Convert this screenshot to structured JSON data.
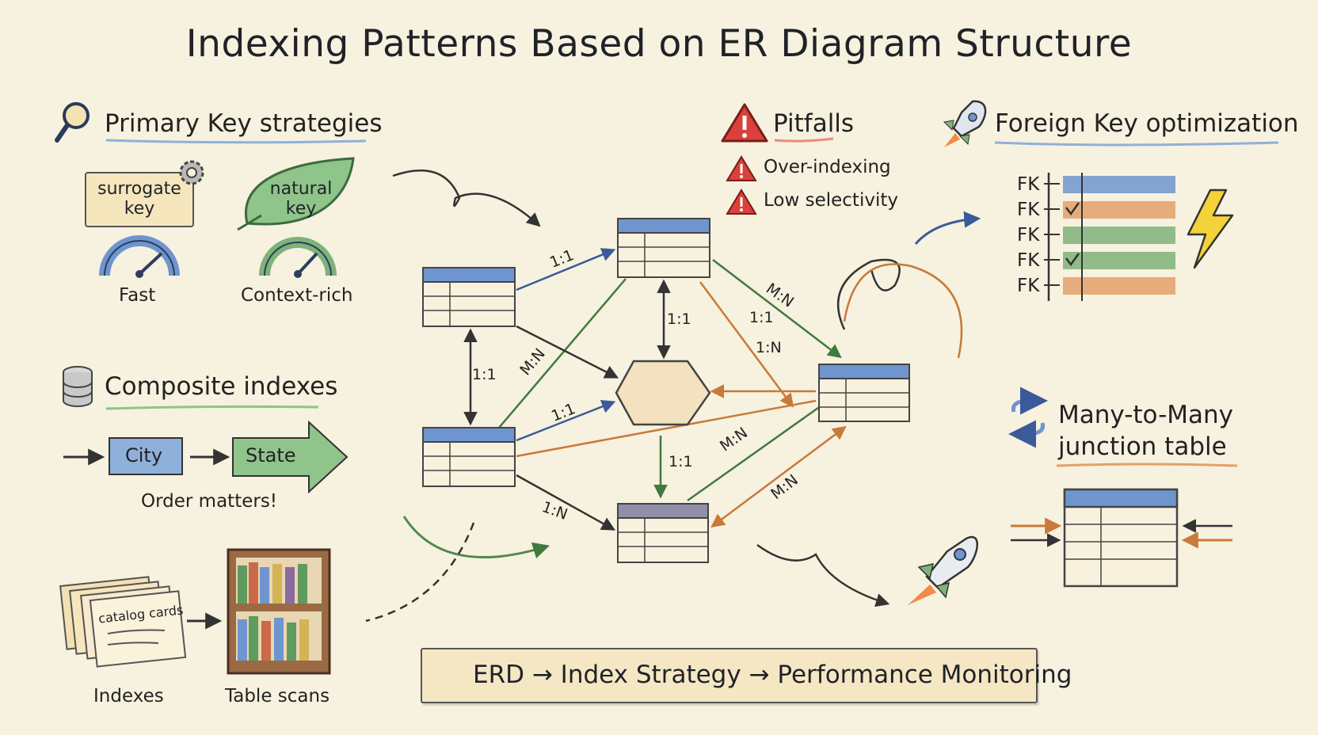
{
  "title": "Indexing Patterns Based on ER Diagram Structure",
  "primary_key": {
    "heading": "Primary Key strategies",
    "surrogate_label": "surrogate key",
    "natural_label": "natural key",
    "fast_label": "Fast",
    "context_label": "Context-rich"
  },
  "composite": {
    "heading": "Composite indexes",
    "city": "City",
    "state": "State",
    "note": "Order matters!"
  },
  "library": {
    "card_text": "catalog cards",
    "indexes_label": "Indexes",
    "table_scans_label": "Table scans"
  },
  "pitfalls": {
    "heading": "Pitfalls",
    "items": [
      "Over-indexing",
      "Low selectivity"
    ]
  },
  "foreign_key": {
    "heading": "Foreign Key optimization",
    "rows": [
      "FK",
      "FK",
      "FK",
      "FK",
      "FK"
    ]
  },
  "many_to_many": {
    "heading_line1": "Many-to-Many",
    "heading_line2": "junction table"
  },
  "relations": {
    "r1": "1:1",
    "r2": "1:1",
    "r3": "M:N",
    "r4": "1:1",
    "r5": "1:1",
    "r6": "M:N",
    "r7": "1:1",
    "r8": "1:N",
    "r9": "1:1",
    "r10": "M:N",
    "r11": "1:N",
    "r12": "M:N"
  },
  "banner": "ERD → Index Strategy → Performance Monitoring",
  "colors": {
    "background": "#f7f1df",
    "blue": "#6f95cf",
    "green": "#7fb27a",
    "orange": "#e3a06a",
    "red": "#d9413a",
    "yellow": "#f4d23a"
  }
}
